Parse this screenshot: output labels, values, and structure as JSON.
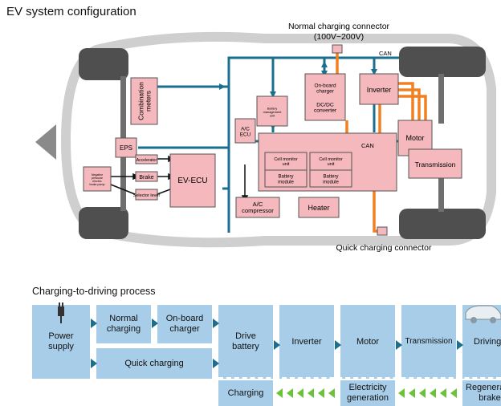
{
  "title": "EV system configuration",
  "subtitle": "Charging-to-driving process",
  "labels": {
    "normal_connector": "Normal charging connector",
    "normal_connector_voltage": "(100V~200V)",
    "quick_connector": "Quick charging connector",
    "can_top": "CAN",
    "can_mid": "CAN"
  },
  "components": {
    "combination_meters": "Combination meters",
    "eps": "EPS",
    "accelerator": "Accelerator",
    "brake": "Brake",
    "negative_pressure": "Negative pressure electric brake pump",
    "selector_lever": "Selector lever",
    "ev_ecu": "EV-ECU",
    "ac_ecu": "A/C ECU",
    "ac_compressor": "A/C compressor",
    "battery_mgmt": "Battery management unit",
    "onboard_charger": "On-board charger",
    "dcdc": "DC/DC converter",
    "inverter": "Inverter",
    "motor": "Motor",
    "transmission": "Transmission",
    "cell_monitor_1": "Cell monitor unit",
    "battery_module_1": "Battery module",
    "cell_monitor_2": "Cell monitor unit",
    "battery_module_2": "Battery module",
    "heater": "Heater"
  },
  "flow": {
    "power_supply": "Power\nsupply",
    "normal_charging": "Normal\ncharging",
    "onboard_charger": "On-board\ncharger",
    "quick_charging": "Quick charging",
    "drive_battery": "Drive\nbattery",
    "inverter": "Inverter",
    "motor": "Motor",
    "transmission": "Transmission",
    "driving": "Driving",
    "charging": "Charging",
    "electricity_generation": "Electricity\ngeneration",
    "regenerative_brakes": "Regenerative\nbrakes"
  },
  "colors": {
    "component_fill": "#f4b8bd",
    "bus": "#1b6f8e",
    "power_line": "#f08020",
    "flow_box": "#a8cde8",
    "regen_arrow": "#6cc23a"
  },
  "icons": [
    "plug-icon",
    "car-silhouette-icon",
    "front-direction-icon"
  ]
}
